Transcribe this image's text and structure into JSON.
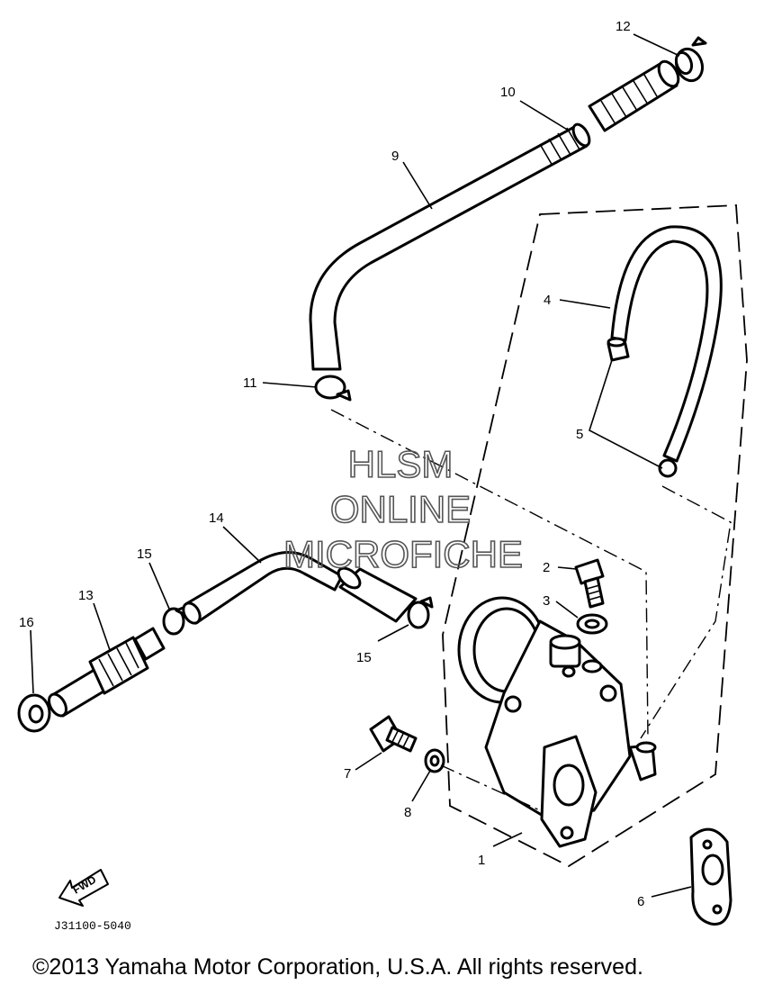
{
  "callouts": [
    {
      "id": "1",
      "label": "1"
    },
    {
      "id": "2",
      "label": "2"
    },
    {
      "id": "3",
      "label": "3"
    },
    {
      "id": "4",
      "label": "4"
    },
    {
      "id": "5",
      "label": "5"
    },
    {
      "id": "6",
      "label": "6"
    },
    {
      "id": "7",
      "label": "7"
    },
    {
      "id": "8",
      "label": "8"
    },
    {
      "id": "9",
      "label": "9"
    },
    {
      "id": "10",
      "label": "10"
    },
    {
      "id": "11",
      "label": "11"
    },
    {
      "id": "12",
      "label": "12"
    },
    {
      "id": "13",
      "label": "13"
    },
    {
      "id": "14",
      "label": "14"
    },
    {
      "id": "15a",
      "label": "15"
    },
    {
      "id": "15b",
      "label": "15"
    },
    {
      "id": "16",
      "label": "16"
    }
  ],
  "watermark": {
    "line1": "HLSM",
    "line2": "ONLINE",
    "line3": "MICROFICHE"
  },
  "diagram_code": "J31100-5040",
  "direction_marker": "FWD",
  "copyright": "©2013 Yamaha Motor Corporation, U.S.A. All rights reserved."
}
